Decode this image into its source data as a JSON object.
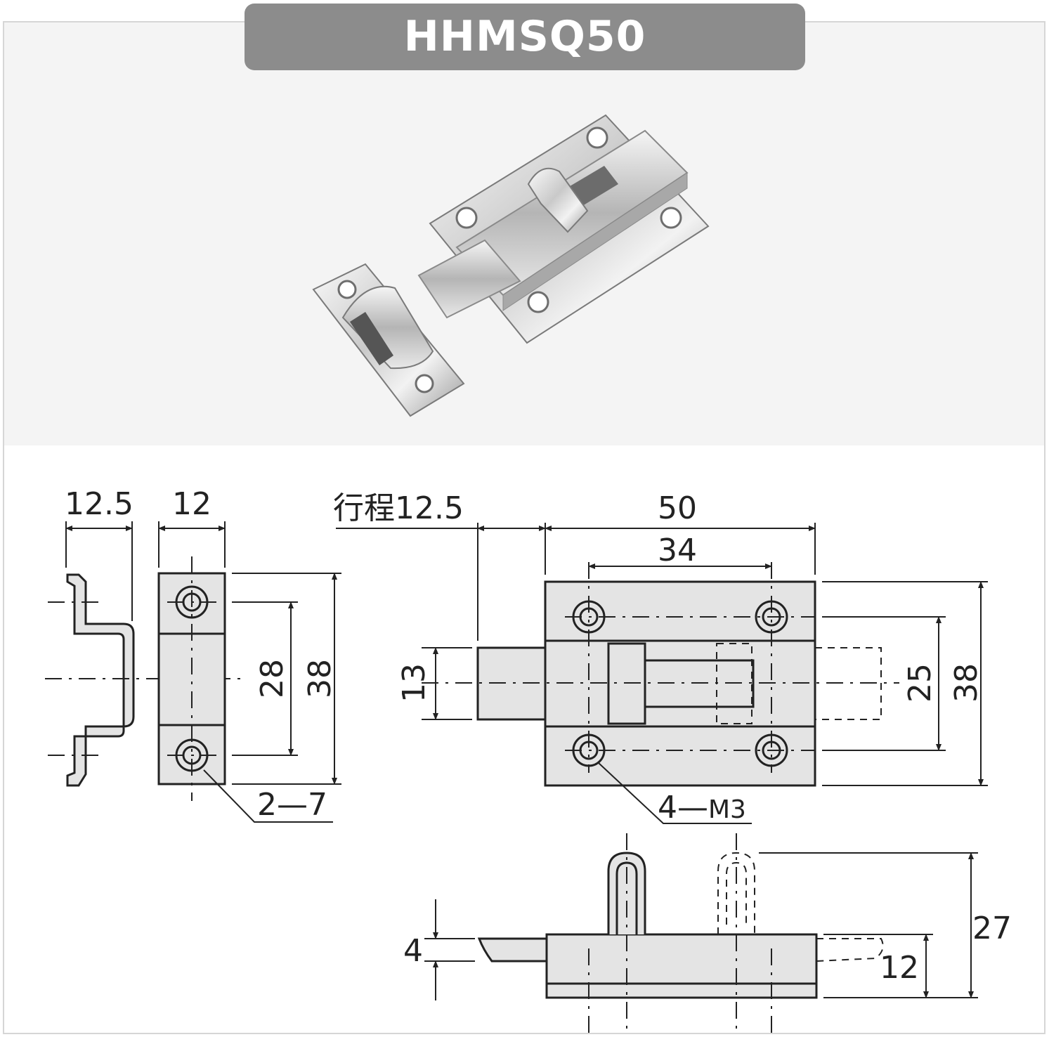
{
  "header": {
    "model": "HHMSQ50"
  },
  "product_photo": {
    "description_icon": "barrel-bolt-photo"
  },
  "dimensions": {
    "keeper_depth": "12.5",
    "keeper_width": "12",
    "keeper_hole_pitch": "28",
    "keeper_height": "38",
    "keeper_holes": "2—7",
    "stroke": "行程12.5",
    "body_length": "50",
    "hole_pitch_x": "34",
    "bolt_width": "13",
    "hole_pitch_y": "25",
    "body_height": "38",
    "body_holes_prefix": "4—",
    "body_holes_thread": "M3",
    "bolt_thickness": "4",
    "knob_height": "27",
    "body_thickness": "12"
  },
  "colors": {
    "line": "#222222",
    "fill": "#e4e4e4",
    "header": "#8c8c8c",
    "photo_bg": "#f4f4f4"
  }
}
